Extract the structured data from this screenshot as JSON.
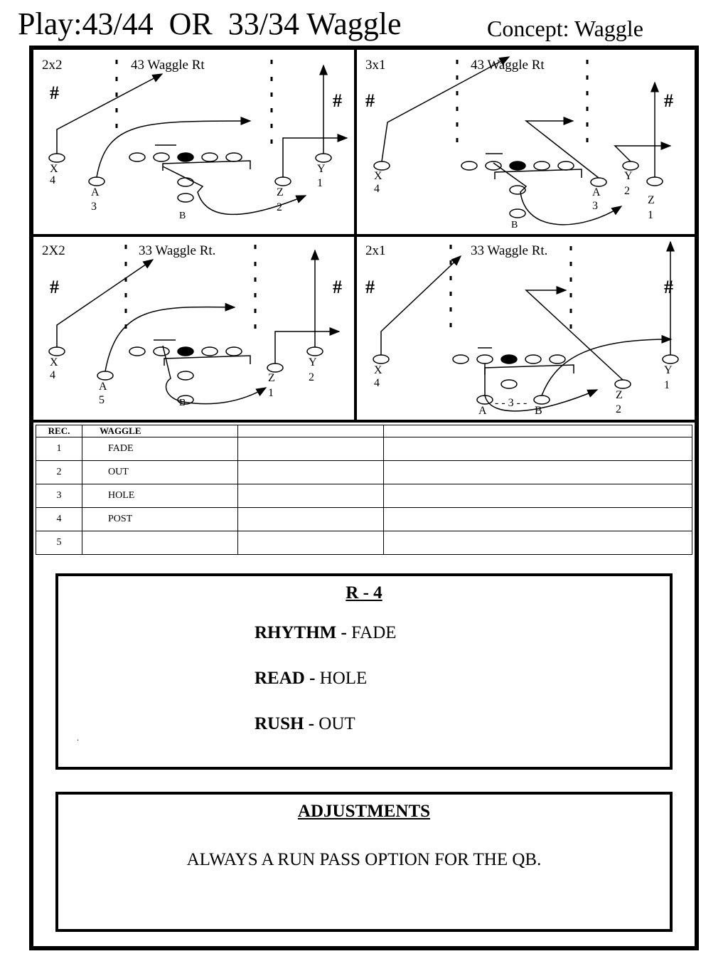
{
  "title": "Play:43/44  OR  33/34 Waggle",
  "concept": "Concept: Waggle",
  "diagrams": [
    {
      "formation": "2x2",
      "play": "43 Waggle Rt",
      "hashes": [
        "#",
        "#"
      ],
      "players": {
        "x": [
          "X",
          "4"
        ],
        "a": [
          "A",
          "3"
        ],
        "b": [
          "B"
        ],
        "z": [
          "Z",
          "2"
        ],
        "y": [
          "Y",
          "1"
        ]
      }
    },
    {
      "formation": "3x1",
      "play": "43 Waggle Rt",
      "hashes": [
        "#",
        "#"
      ],
      "players": {
        "x": [
          "X",
          "4"
        ],
        "a": [
          "A",
          "3"
        ],
        "b": [
          "B"
        ],
        "y": [
          "Y",
          "2"
        ],
        "z": [
          "Z",
          "1"
        ]
      }
    },
    {
      "formation": "2X2",
      "play": "33 Waggle Rt.",
      "hashes": [
        "#",
        "#"
      ],
      "players": {
        "x": [
          "X",
          "4"
        ],
        "a": [
          "A",
          "5"
        ],
        "b": [
          "B"
        ],
        "z": [
          "Z",
          "1"
        ],
        "y": [
          "Y",
          "2"
        ]
      }
    },
    {
      "formation": "2x1",
      "play": "33 Waggle Rt.",
      "hashes": [
        "#",
        "#"
      ],
      "players": {
        "x": [
          "X",
          "4"
        ],
        "a": [
          "A"
        ],
        "b": [
          "B"
        ],
        "depth": "- - 3 - -",
        "z": [
          "Z",
          "2"
        ],
        "y": [
          "Y",
          "1"
        ]
      }
    }
  ],
  "table": {
    "headers": [
      "REC.",
      "WAGGLE",
      "",
      ""
    ],
    "rows": [
      [
        "1",
        "FADE"
      ],
      [
        "2",
        "OUT"
      ],
      [
        "3",
        "HOLE"
      ],
      [
        "4",
        "POST"
      ],
      [
        "5",
        ""
      ]
    ]
  },
  "r4": {
    "heading": "R - 4",
    "rhythm_label": "RHYTHM -",
    "rhythm_value": " FADE",
    "read_label": "READ -",
    "read_value": " HOLE",
    "rush_label": "RUSH -",
    "rush_value": " OUT",
    "dot": "."
  },
  "adjustments": {
    "heading": "ADJUSTMENTS",
    "text": "ALWAYS A RUN PASS OPTION FOR THE QB."
  }
}
